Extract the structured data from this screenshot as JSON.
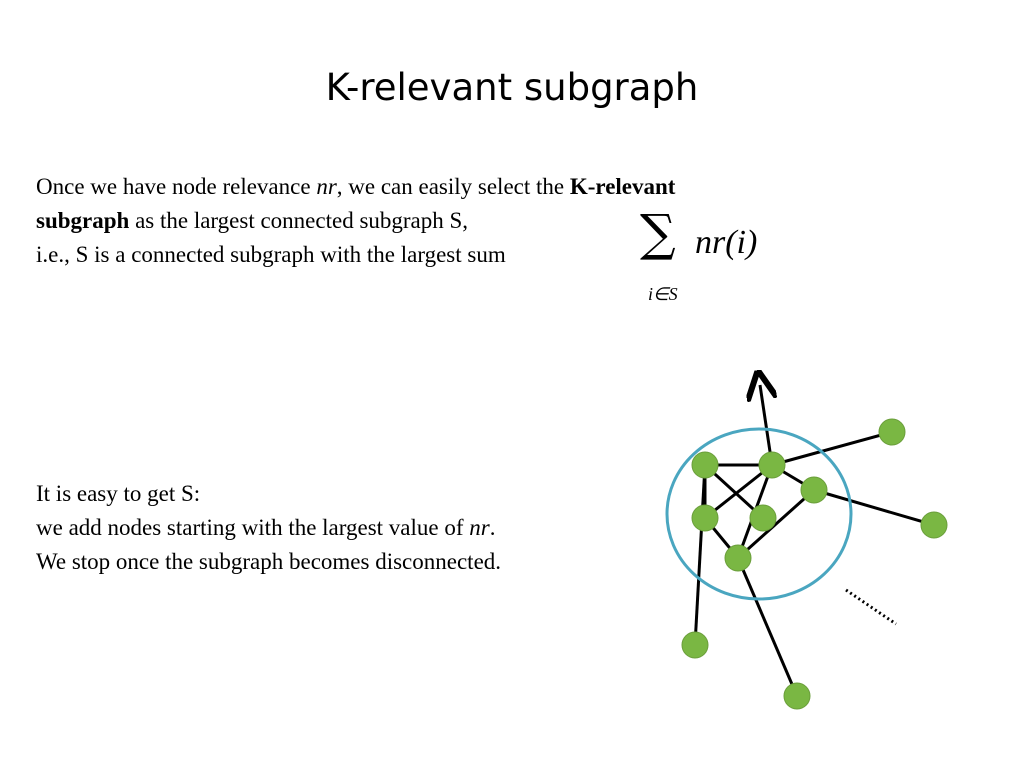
{
  "title": "K-relevant subgraph",
  "intro": {
    "line1_a": "Once we have node relevance ",
    "line1_b": "nr",
    "line1_c": ", we can easily select the ",
    "line1_d": "K-relevant",
    "line2_a": "subgraph",
    "line2_b": " as the largest connected subgraph S,",
    "line3": "i.e., S is a connected subgraph with the largest sum"
  },
  "formula": {
    "sigma": "∑",
    "subscript": "i∈S",
    "expression": "nr(i)"
  },
  "method": {
    "line1": "It is easy to get S:",
    "line2_a": "we add nodes starting with the largest value of ",
    "line2_b": "nr",
    "line2_c": ".",
    "line3": "We stop once the subgraph becomes disconnected."
  },
  "colors": {
    "node_fill": "#7ab743",
    "circle_stroke": "#4aa6c0",
    "edge": "#000000"
  }
}
